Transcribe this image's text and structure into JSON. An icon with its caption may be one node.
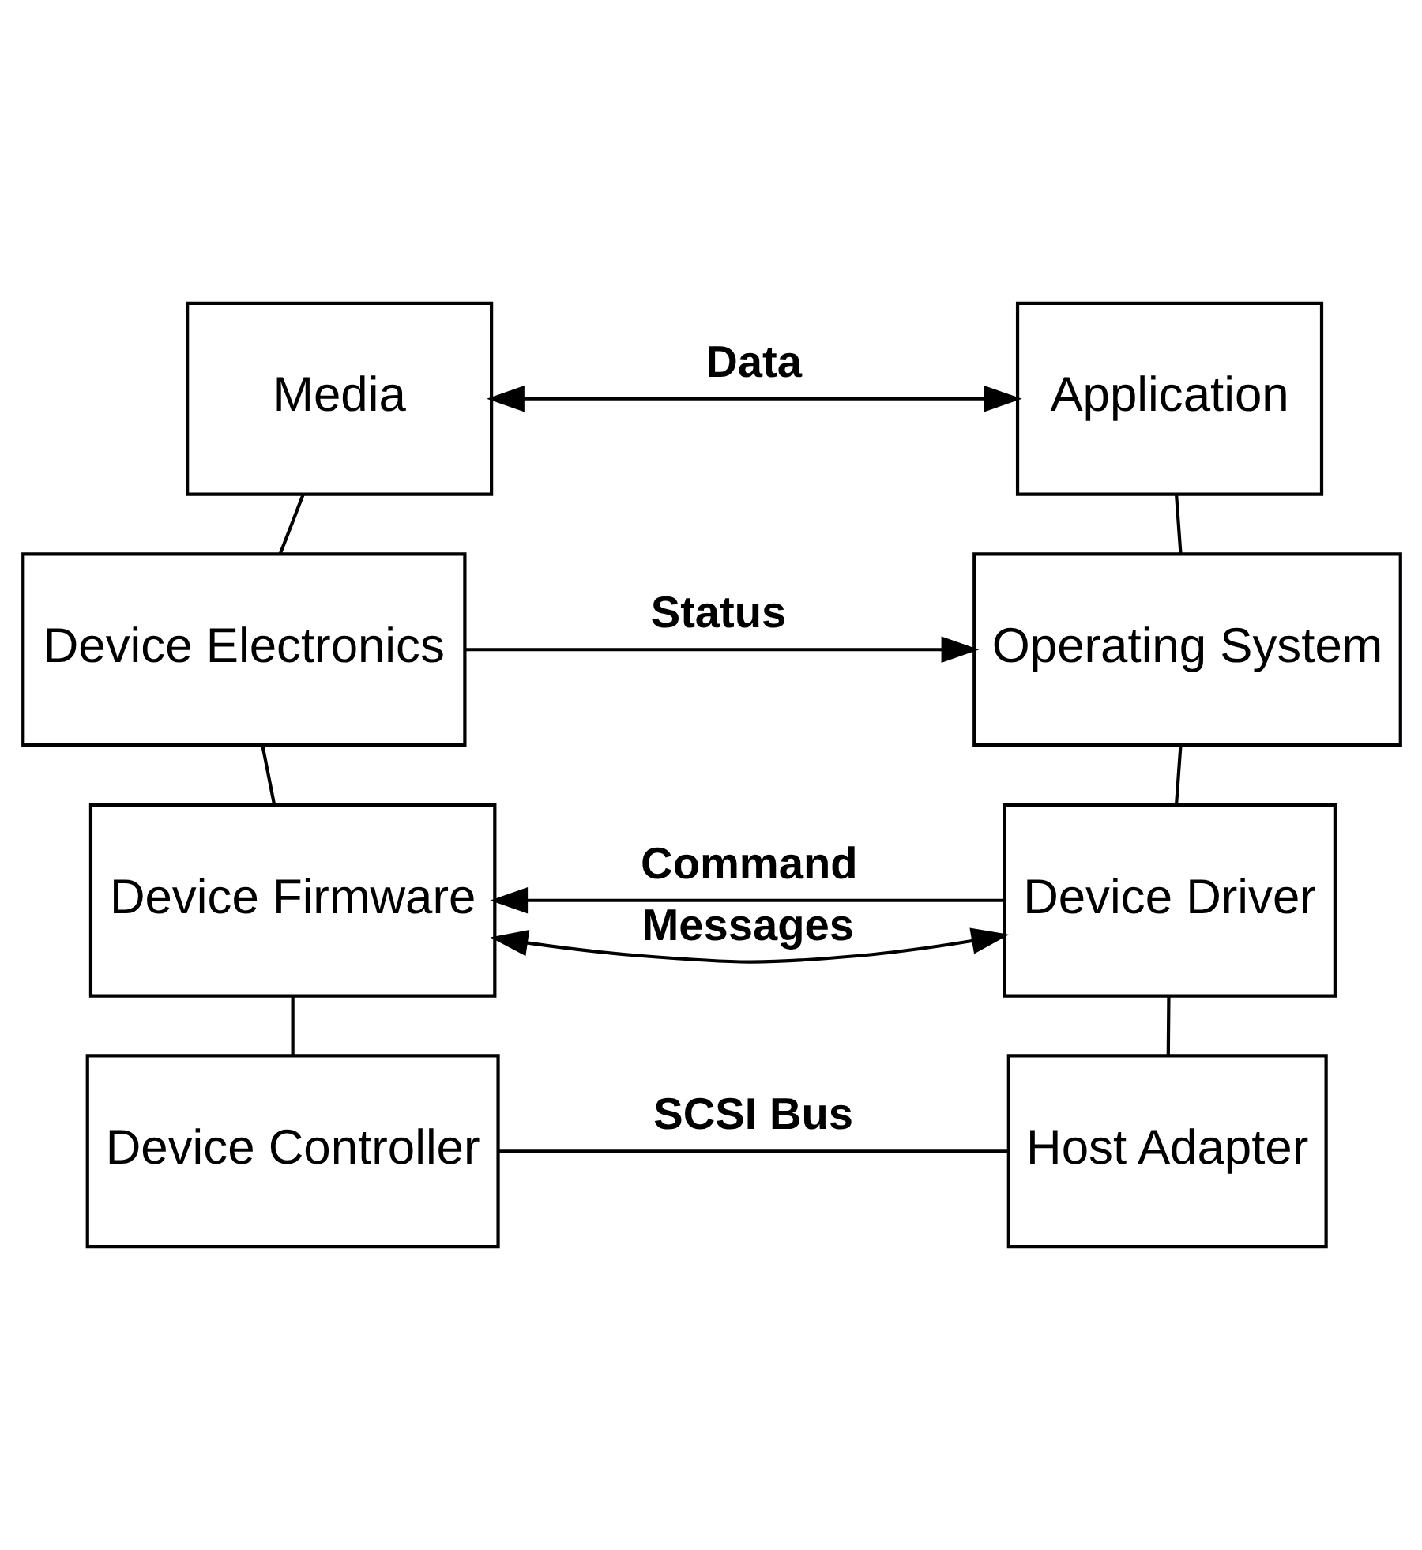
{
  "diagram": {
    "nodes": [
      {
        "text": [
          "Media"
        ]
      },
      {
        "text": [
          "Application"
        ]
      },
      {
        "text": [
          "Device Electronics"
        ]
      },
      {
        "text": [
          "Operating System"
        ]
      },
      {
        "text": [
          "Device Firmware"
        ]
      },
      {
        "text": [
          "Device Driver"
        ]
      },
      {
        "text": [
          "Device Controller"
        ]
      },
      {
        "text": [
          "Host Adapter"
        ]
      }
    ],
    "edges": [
      {
        "from": 0,
        "to": 1,
        "arrow": "both",
        "label": "Data"
      },
      {
        "from": 0,
        "to": 2,
        "arrow": "none"
      },
      {
        "from": 1,
        "to": 3,
        "arrow": "none"
      },
      {
        "from": 2,
        "to": 3,
        "arrow": "to",
        "label": "Status"
      },
      {
        "from": 2,
        "to": 4,
        "arrow": "none"
      },
      {
        "from": 3,
        "to": 5,
        "arrow": "none"
      },
      {
        "from": 5,
        "to": 4,
        "arrow": "to",
        "label": "Command"
      },
      {
        "from": 4,
        "to": 5,
        "arrow": "both",
        "label": "Messages"
      },
      {
        "from": 4,
        "to": 6,
        "arrow": "none"
      },
      {
        "from": 5,
        "to": 7,
        "arrow": "none"
      },
      {
        "from": 6,
        "to": 7,
        "arrow": "none",
        "label": "SCSI Bus"
      }
    ]
  }
}
